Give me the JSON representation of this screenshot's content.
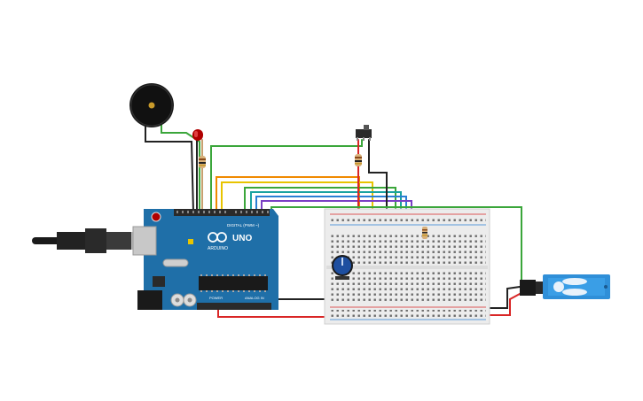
{
  "arduino": {
    "brand": "ARDUINO",
    "model": "UNO",
    "digital_label": "DIGITAL (PWM ~)",
    "power_label": "POWER",
    "analog_label": "ANALOG IN"
  },
  "colors": {
    "board": "#1f6fa8",
    "wire_green": "#3ba63b",
    "wire_orange": "#f08a00",
    "wire_yellow": "#e8c400",
    "wire_blue": "#2a7fd4",
    "wire_teal": "#1aa3a0",
    "wire_purple": "#7a3fc4",
    "wire_red": "#d92626",
    "wire_black": "#222222",
    "servo": "#2f8fd8",
    "breadboard": "#ededed"
  },
  "components": [
    "buzzer",
    "led",
    "resistor",
    "usb-cable",
    "arduino-uno",
    "breadboard",
    "potentiometer",
    "slide-switch",
    "servo"
  ]
}
